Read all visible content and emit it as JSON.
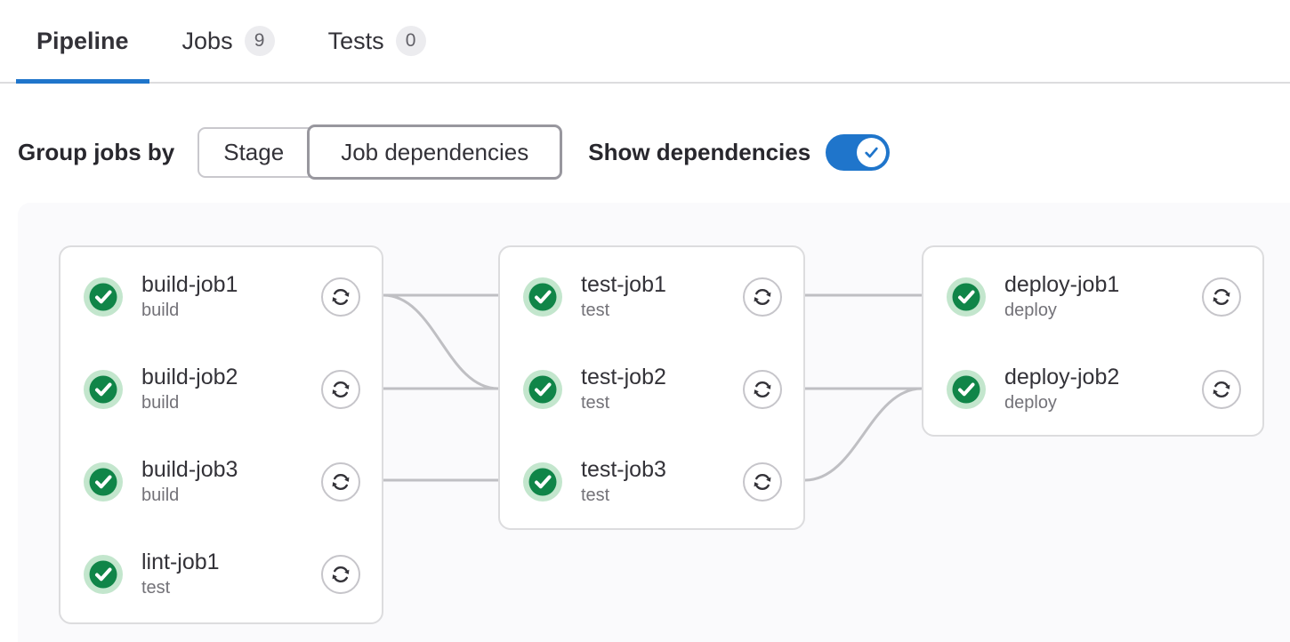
{
  "tabs": {
    "items": [
      {
        "label": "Pipeline",
        "active": true
      },
      {
        "label": "Jobs",
        "badge": "9",
        "active": false
      },
      {
        "label": "Tests",
        "badge": "0",
        "active": false
      }
    ]
  },
  "controls": {
    "group_label": "Group jobs by",
    "options": [
      {
        "label": "Stage",
        "selected": false
      },
      {
        "label": "Job dependencies",
        "selected": true
      }
    ],
    "show_label": "Show dependencies",
    "show_dependencies_on": true
  },
  "graph": {
    "columns": [
      {
        "jobs": [
          {
            "name": "build-job1",
            "stage": "build",
            "status": "success",
            "action": "retry"
          },
          {
            "name": "build-job2",
            "stage": "build",
            "status": "success",
            "action": "retry"
          },
          {
            "name": "build-job3",
            "stage": "build",
            "status": "success",
            "action": "retry"
          },
          {
            "name": "lint-job1",
            "stage": "test",
            "status": "success",
            "action": "retry"
          }
        ]
      },
      {
        "jobs": [
          {
            "name": "test-job1",
            "stage": "test",
            "status": "success",
            "action": "retry"
          },
          {
            "name": "test-job2",
            "stage": "test",
            "status": "success",
            "action": "retry"
          },
          {
            "name": "test-job3",
            "stage": "test",
            "status": "success",
            "action": "retry"
          }
        ]
      },
      {
        "jobs": [
          {
            "name": "deploy-job1",
            "stage": "deploy",
            "status": "success",
            "action": "retry"
          },
          {
            "name": "deploy-job2",
            "stage": "deploy",
            "status": "success",
            "action": "retry"
          }
        ]
      }
    ],
    "links": [
      {
        "from": "build-job1",
        "to": "test-job1"
      },
      {
        "from": "build-job1",
        "to": "test-job2"
      },
      {
        "from": "build-job2",
        "to": "test-job2"
      },
      {
        "from": "build-job3",
        "to": "test-job3"
      },
      {
        "from": "test-job1",
        "to": "deploy-job1"
      },
      {
        "from": "test-job2",
        "to": "deploy-job2"
      },
      {
        "from": "test-job3",
        "to": "deploy-job2"
      }
    ]
  },
  "colors": {
    "accent_blue": "#1f75cb",
    "success_green": "#108548",
    "success_ring": "#c3e6cd",
    "link_gray": "#bfbfc3",
    "panel_bg": "#fafafc",
    "border_gray": "#dcdcde"
  }
}
